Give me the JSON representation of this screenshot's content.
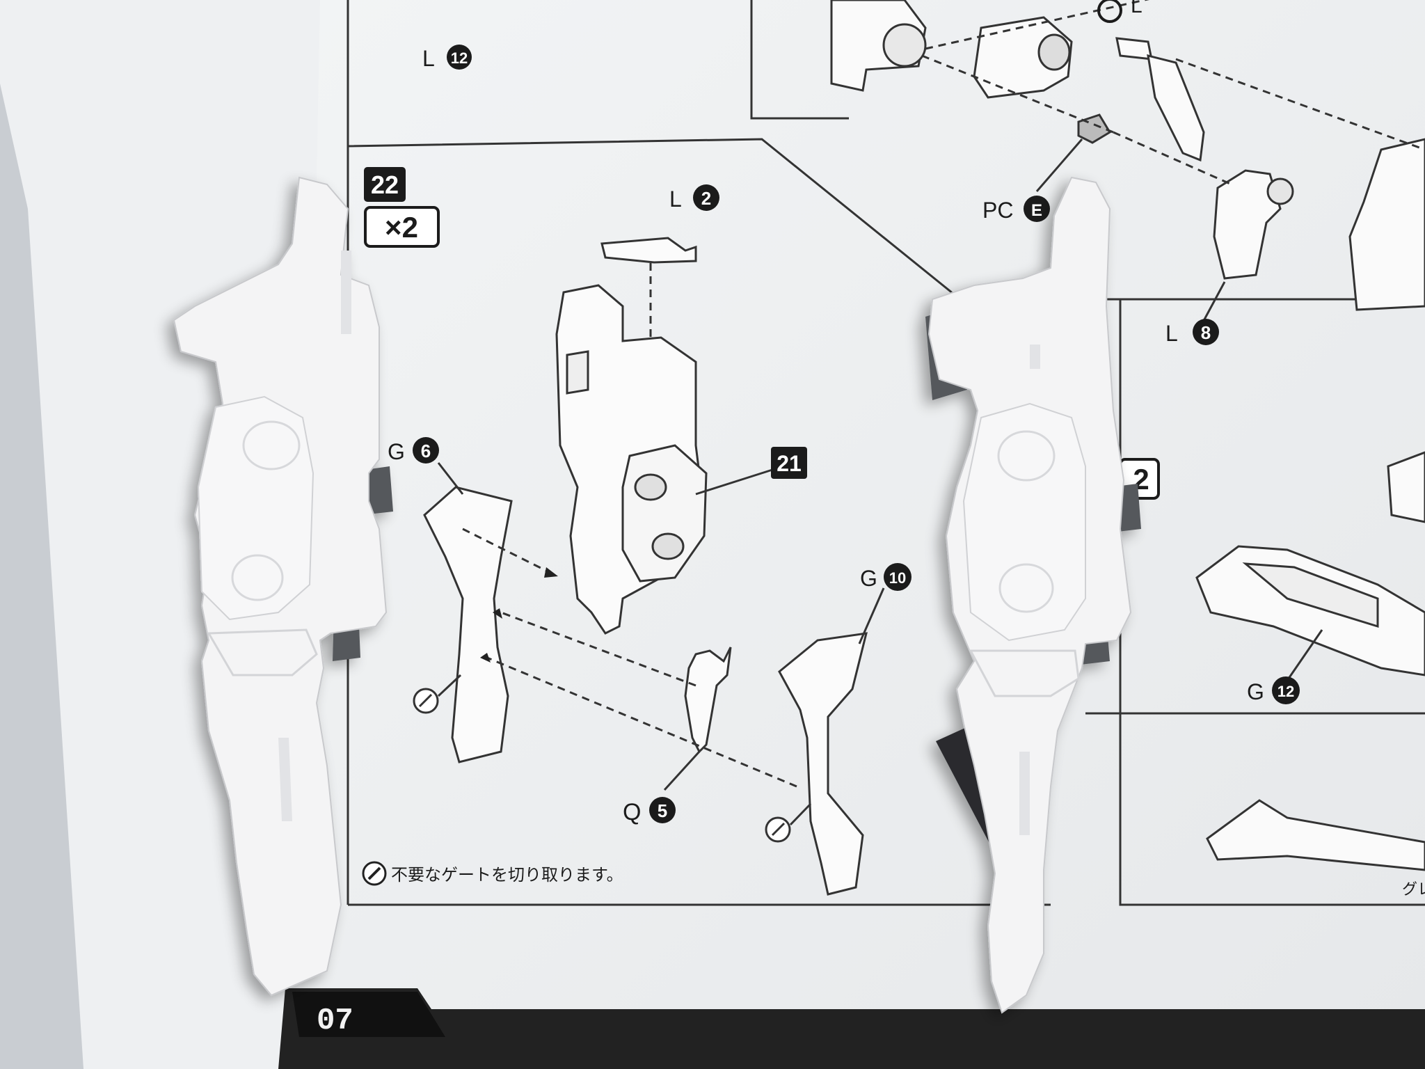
{
  "page_number": "07",
  "step": {
    "number": "22",
    "quantity": "×2"
  },
  "gate_note": "不要なゲートを切り取ります。",
  "callouts": {
    "l12": {
      "letter": "L",
      "num": "12"
    },
    "l2": {
      "letter": "L",
      "num": "2"
    },
    "l8": {
      "letter": "L",
      "num": "8"
    },
    "pce": {
      "letter": "PC",
      "num": "E"
    },
    "g6": {
      "letter": "G",
      "num": "6"
    },
    "g10": {
      "letter": "G",
      "num": "10"
    },
    "g12": {
      "letter": "G",
      "num": "12"
    },
    "q5": {
      "letter": "Q",
      "num": "5"
    },
    "step21": "21"
  },
  "partial_text": {
    "right_step_qty": "2",
    "bottom_right_kana": "グレ",
    "top_letter": "L"
  },
  "colors": {
    "paper": "#eef0f1",
    "ink": "#1b1b1b",
    "plastic_white": "#f4f4f5",
    "plastic_grey": "#55585c",
    "plastic_black": "#2a2b2e",
    "tabletop": "#c9cdd2"
  }
}
